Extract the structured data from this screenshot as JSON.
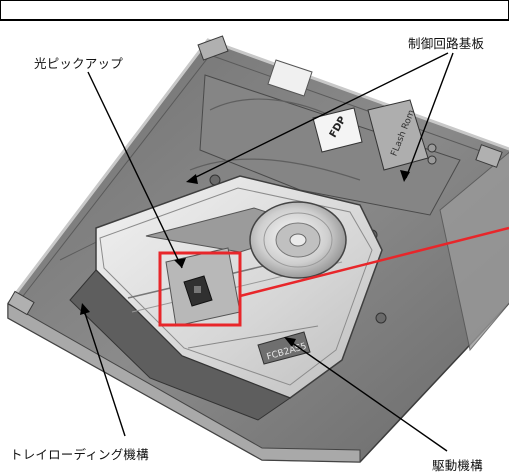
{
  "labels": {
    "optical_pickup": "光ピックアップ",
    "control_board": "制御回路基板",
    "tray_loading": "トレイローディング機構",
    "drive_mechanism": "駆動機構"
  },
  "chips": {
    "fdp": "FDP",
    "flash": "FLash Rom",
    "driver_ic": "FCB2AS5"
  },
  "colors": {
    "highlight": "#e8262a",
    "arrow": "#000000",
    "body_gray": "#8a8a8a",
    "tray_silver": "#d9d9d9"
  }
}
